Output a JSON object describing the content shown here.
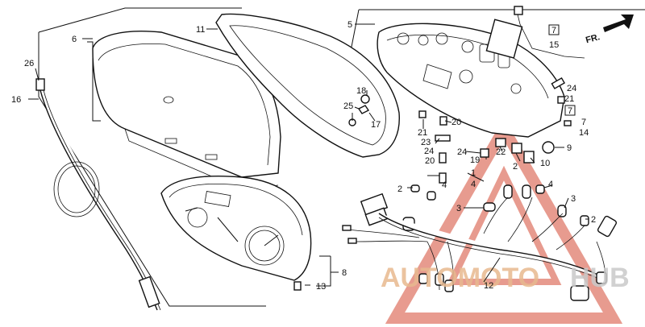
{
  "diagram": {
    "labels": [
      {
        "id": "callout-1a",
        "text": "1"
      },
      {
        "id": "callout-2a",
        "text": "2"
      },
      {
        "id": "callout-2b",
        "text": "2"
      },
      {
        "id": "callout-2c",
        "text": "2"
      },
      {
        "id": "callout-3a",
        "text": "3"
      },
      {
        "id": "callout-3b",
        "text": "3"
      },
      {
        "id": "callout-4a",
        "text": "4"
      },
      {
        "id": "callout-4b",
        "text": "4"
      },
      {
        "id": "callout-4c",
        "text": "4"
      },
      {
        "id": "callout-5",
        "text": "5"
      },
      {
        "id": "callout-6",
        "text": "6"
      },
      {
        "id": "callout-7a",
        "text": "7"
      },
      {
        "id": "callout-7b",
        "text": "7"
      },
      {
        "id": "callout-7c",
        "text": "7"
      },
      {
        "id": "callout-8",
        "text": "8"
      },
      {
        "id": "callout-9",
        "text": "9"
      },
      {
        "id": "callout-10",
        "text": "10"
      },
      {
        "id": "callout-11",
        "text": "11"
      },
      {
        "id": "callout-12",
        "text": "12"
      },
      {
        "id": "callout-13",
        "text": "13"
      },
      {
        "id": "callout-14",
        "text": "14"
      },
      {
        "id": "callout-15",
        "text": "15"
      },
      {
        "id": "callout-16",
        "text": "16"
      },
      {
        "id": "callout-17",
        "text": "17"
      },
      {
        "id": "callout-18",
        "text": "18"
      },
      {
        "id": "callout-19",
        "text": "19"
      },
      {
        "id": "callout-20a",
        "text": "20"
      },
      {
        "id": "callout-20b",
        "text": "20"
      },
      {
        "id": "callout-21a",
        "text": "21"
      },
      {
        "id": "callout-21b",
        "text": "21"
      },
      {
        "id": "callout-22",
        "text": "22"
      },
      {
        "id": "callout-23",
        "text": "23"
      },
      {
        "id": "callout-24a",
        "text": "24"
      },
      {
        "id": "callout-24b",
        "text": "24"
      },
      {
        "id": "callout-24c",
        "text": "24"
      },
      {
        "id": "callout-25",
        "text": "25"
      },
      {
        "id": "callout-26",
        "text": "26"
      }
    ],
    "direction_marker": "FR.",
    "watermark": {
      "text_a": "AUTOMOTO",
      "text_b": "HUB",
      "color_a": "#e8b98f",
      "color_b": "#c9c9c9",
      "triangle_color": "#e07a6a"
    }
  }
}
